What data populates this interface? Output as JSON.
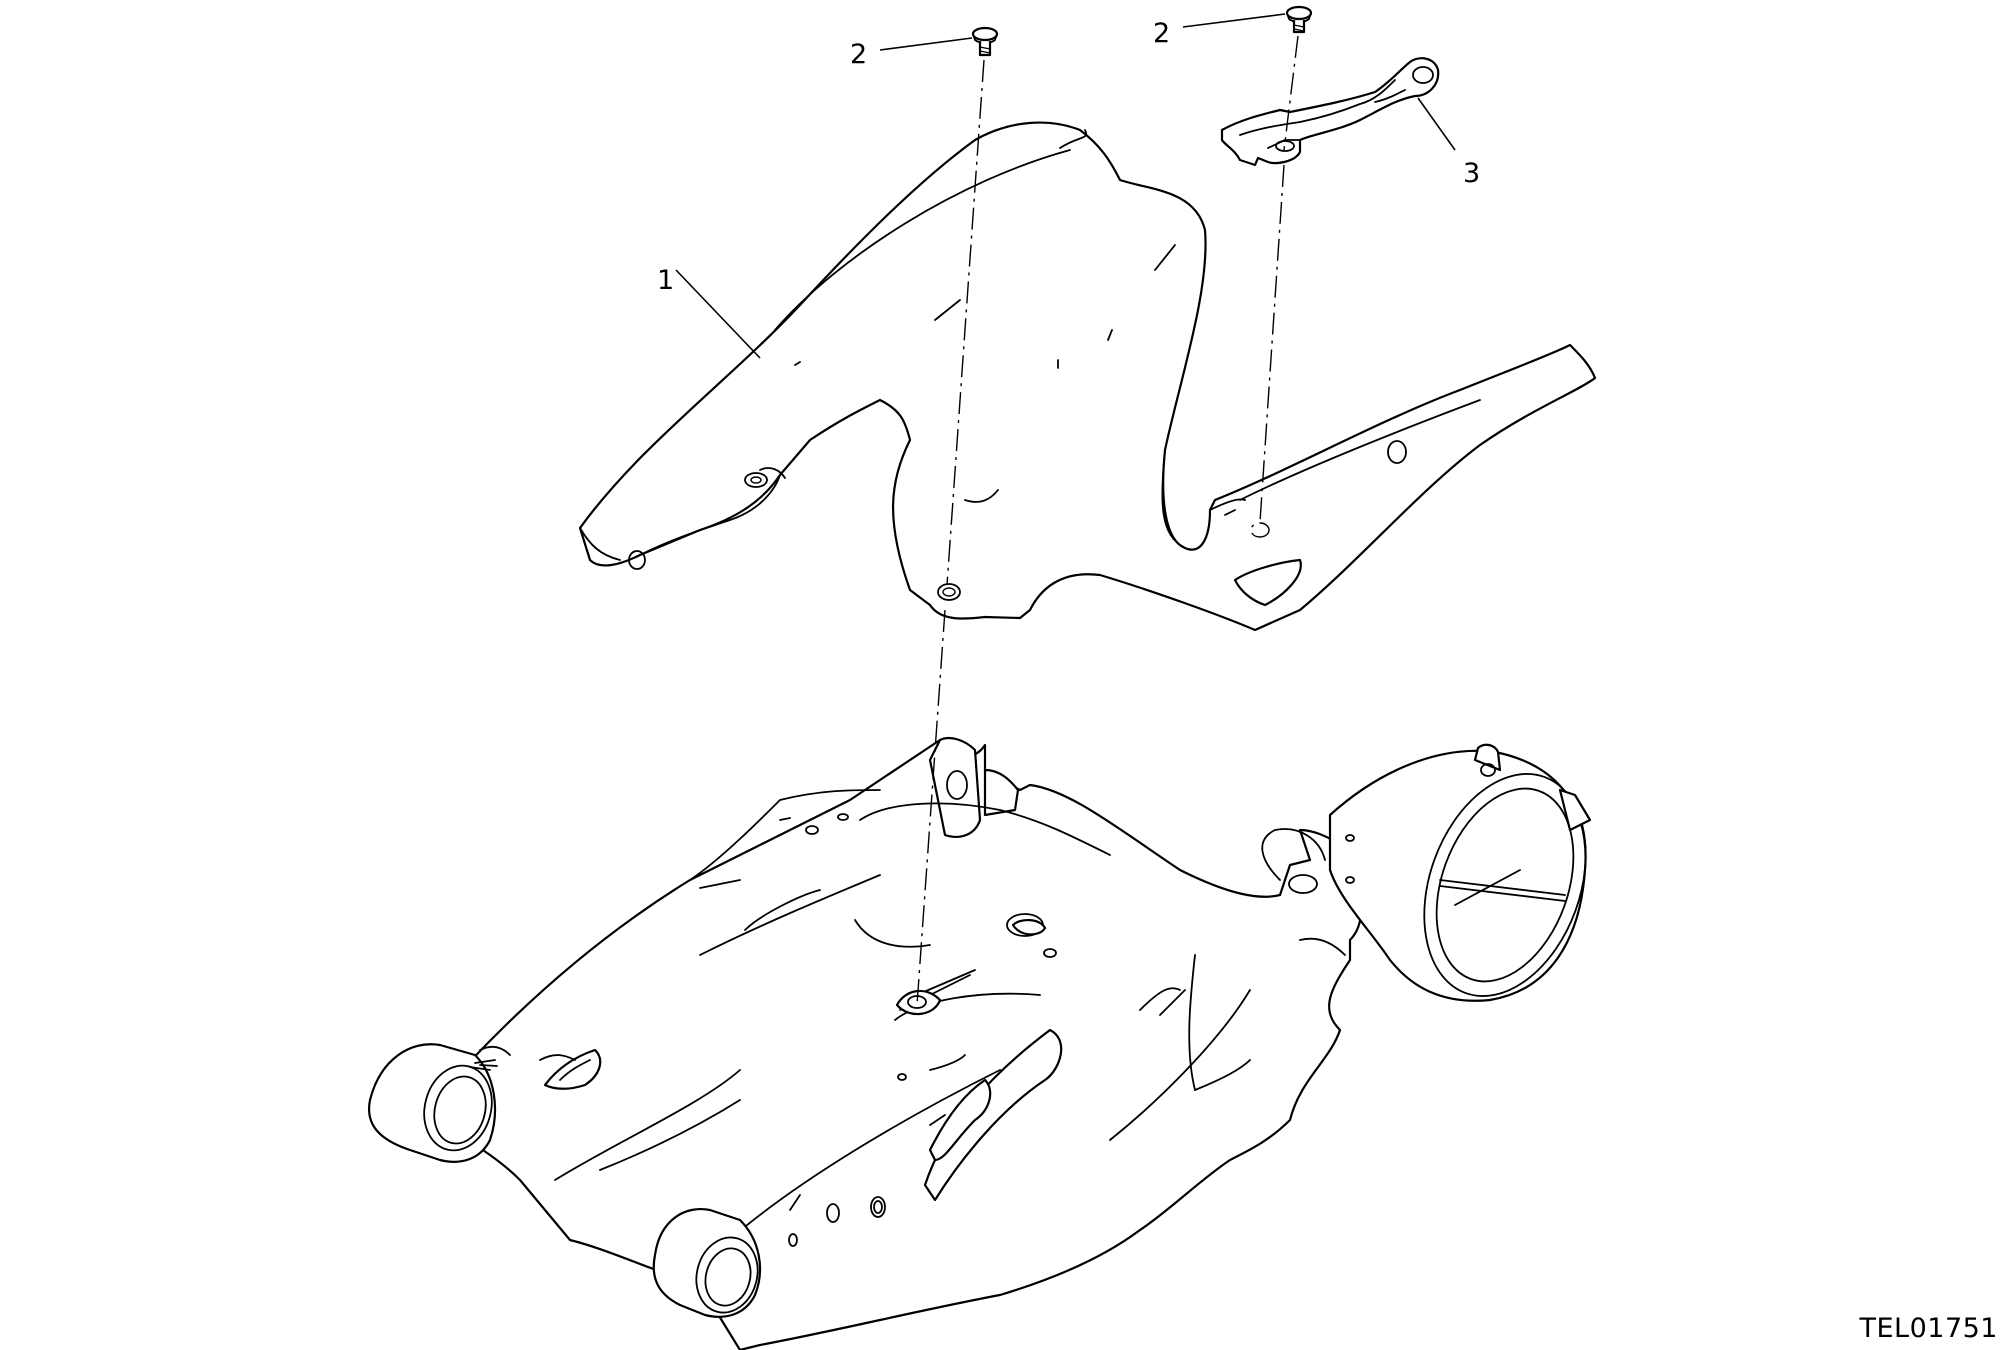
{
  "diagram": {
    "callouts": [
      {
        "id": "chain-guard",
        "label": "1"
      },
      {
        "id": "screw-left",
        "label": "2"
      },
      {
        "id": "screw-right",
        "label": "2"
      },
      {
        "id": "bracket",
        "label": "3"
      }
    ],
    "drawing_code": "TEL01751"
  },
  "colors": {
    "line": "#000000",
    "background": "#ffffff"
  }
}
